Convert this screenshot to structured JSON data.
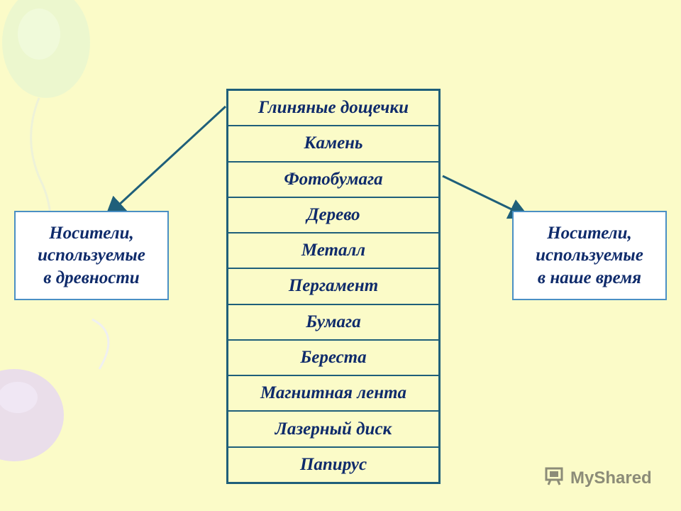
{
  "colors": {
    "background": "#fbfbc8",
    "border": "#1f5f7a",
    "text": "#0f2b6b",
    "box_border": "#4a8fc4",
    "box_fill": "#ffffff"
  },
  "materials": [
    "Глиняные дощечки",
    "Камень",
    "Фотобумага",
    "Дерево",
    "Металл",
    "Пергамент",
    "Бумага",
    "Береста",
    "Магнитная лента",
    "Лазерный диск",
    "Папирус"
  ],
  "left_box": {
    "text": "Носители,\nиспользуемые\nв древности"
  },
  "right_box": {
    "text": "Носители,\nиспользуемые\nв наше время"
  },
  "watermark": {
    "text": "MyShared",
    "icon": "projector-logo-icon"
  }
}
